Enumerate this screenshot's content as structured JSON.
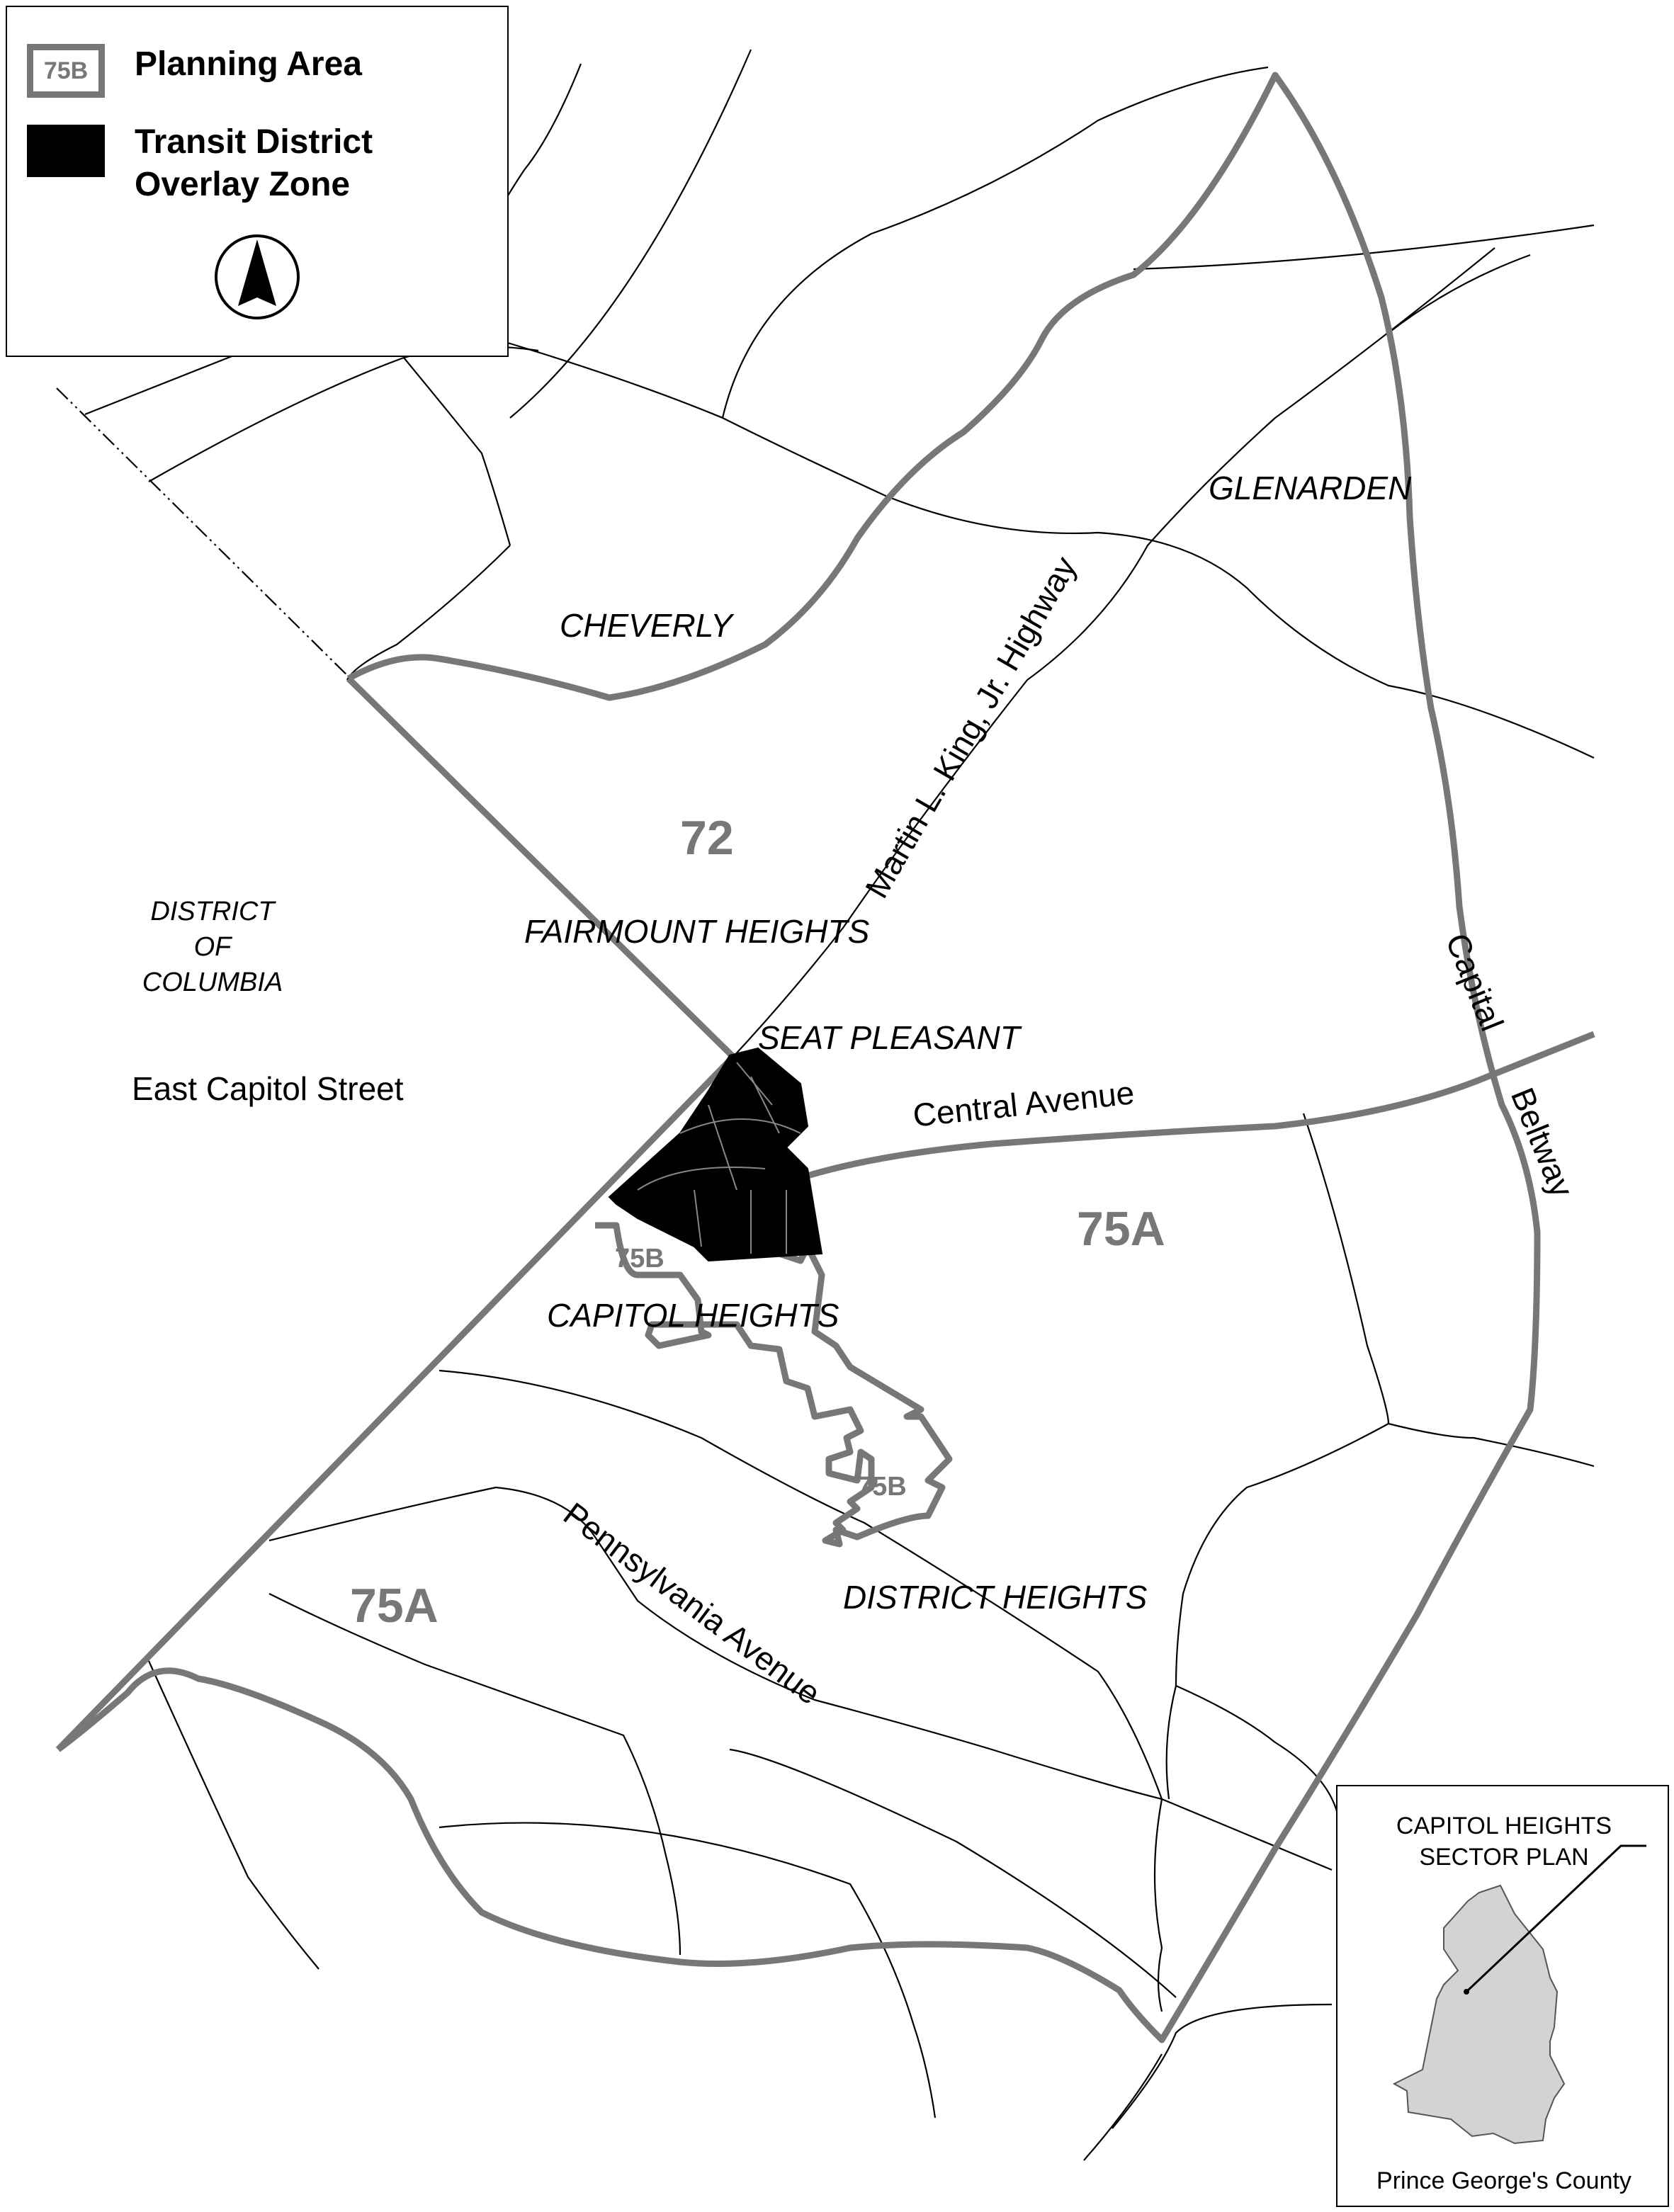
{
  "legend": {
    "planning_area_swatch": "75B",
    "planning_area_label": "Planning Area",
    "tdoz_label_line1": "Transit District",
    "tdoz_label_line2": "Overlay Zone",
    "north_arrow_icon": "north-arrow-icon"
  },
  "places": {
    "cheverly": "CHEVERLY",
    "glenarden": "GLENARDEN",
    "fairmount_heights": "FAIRMOUNT HEIGHTS",
    "seat_pleasant": "SEAT PLEASANT",
    "capitol_heights": "CAPITOL HEIGHTS",
    "district_heights": "DISTRICT HEIGHTS",
    "dc_line1": "DISTRICT",
    "dc_line2": "OF",
    "dc_line3": "COLUMBIA"
  },
  "roads": {
    "east_capitol": "East Capitol Street",
    "central_avenue": "Central Avenue",
    "mlk_highway": "Martin L. King, Jr. Highway",
    "pennsylvania_avenue": "Pennsylvania Avenue",
    "capital": "Capital",
    "beltway": "Beltway"
  },
  "planning_areas": {
    "pa72": "72",
    "pa75a_east": "75A",
    "pa75a_south": "75A",
    "pa75b_north": "75B",
    "pa75b_south": "75B"
  },
  "inset": {
    "title_line1": "CAPITOL HEIGHTS",
    "title_line2": "SECTOR PLAN",
    "county": "Prince George's County"
  },
  "colors": {
    "boundary": "#777777",
    "tdoz_fill": "#000000",
    "county_fill": "#d3d3d3"
  }
}
